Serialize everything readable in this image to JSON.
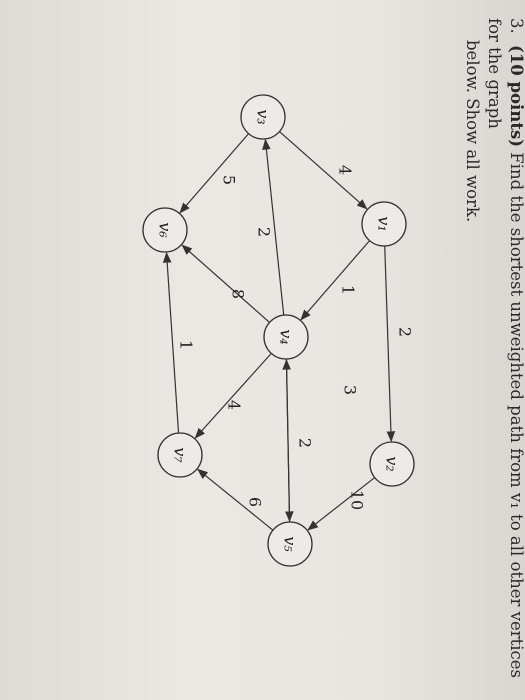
{
  "question": {
    "number": "3.",
    "points": "(10 points)",
    "line1": "Find the shortest unweighted path from v₁ to all other vertices for the graph",
    "line2": "below. Show all work."
  },
  "graph": {
    "vertices": [
      {
        "id": "v1",
        "label": "v₁"
      },
      {
        "id": "v2",
        "label": "v₂"
      },
      {
        "id": "v3",
        "label": "v₃"
      },
      {
        "id": "v4",
        "label": "v₄"
      },
      {
        "id": "v5",
        "label": "v₅"
      },
      {
        "id": "v6",
        "label": "v₆"
      },
      {
        "id": "v7",
        "label": "v₇"
      }
    ],
    "edges": [
      {
        "from": "v1",
        "to": "v2",
        "weight": "2"
      },
      {
        "from": "v1",
        "to": "v4",
        "weight": "1"
      },
      {
        "from": "v3",
        "to": "v1",
        "weight": "4"
      },
      {
        "from": "v2",
        "to": "v5",
        "weight": "10"
      },
      {
        "from": "v5",
        "to": "v4",
        "weight": "3"
      },
      {
        "from": "v4",
        "to": "v3",
        "weight": "2"
      },
      {
        "from": "v4",
        "to": "v5",
        "weight": "2"
      },
      {
        "from": "v4",
        "to": "v6",
        "weight": "8"
      },
      {
        "from": "v4",
        "to": "v7",
        "weight": "4"
      },
      {
        "from": "v3",
        "to": "v6",
        "weight": "5"
      },
      {
        "from": "v7",
        "to": "v6",
        "weight": "1"
      },
      {
        "from": "v5",
        "to": "v7",
        "weight": "6"
      }
    ]
  }
}
